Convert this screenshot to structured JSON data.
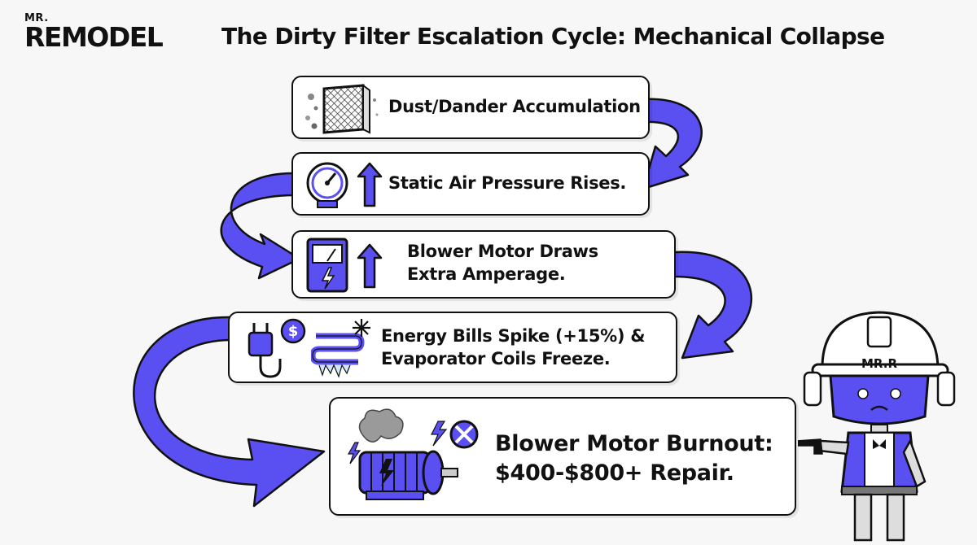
{
  "header": {
    "logo_top": "MR.",
    "logo_bottom": "REMODEL",
    "title": "The Dirty Filter Escalation Cycle: Mechanical Collapse"
  },
  "steps": [
    {
      "label": "Dust/Dander Accumulation",
      "icon": "air-filter-icon"
    },
    {
      "label": "Static Air Pressure Rises.",
      "icon": "pressure-gauge-icon"
    },
    {
      "label_line1": "Blower Motor Draws",
      "label_line2": "Extra Amperage.",
      "icon": "ammeter-icon"
    },
    {
      "label_line1": "Energy Bills Spike (+15%) &",
      "label_line2": "Evaporator Coils Freeze.",
      "icon": "plug-dollar-icon"
    },
    {
      "label_line1": "Blower Motor Burnout:",
      "label_line2": "$400-$800+ Repair.",
      "icon": "burnt-motor-icon"
    }
  ],
  "mascot": {
    "hat_text": "MR.R"
  },
  "colors": {
    "accent": "#5a4ff0",
    "outline": "#111111",
    "background": "#f7f7f7"
  }
}
